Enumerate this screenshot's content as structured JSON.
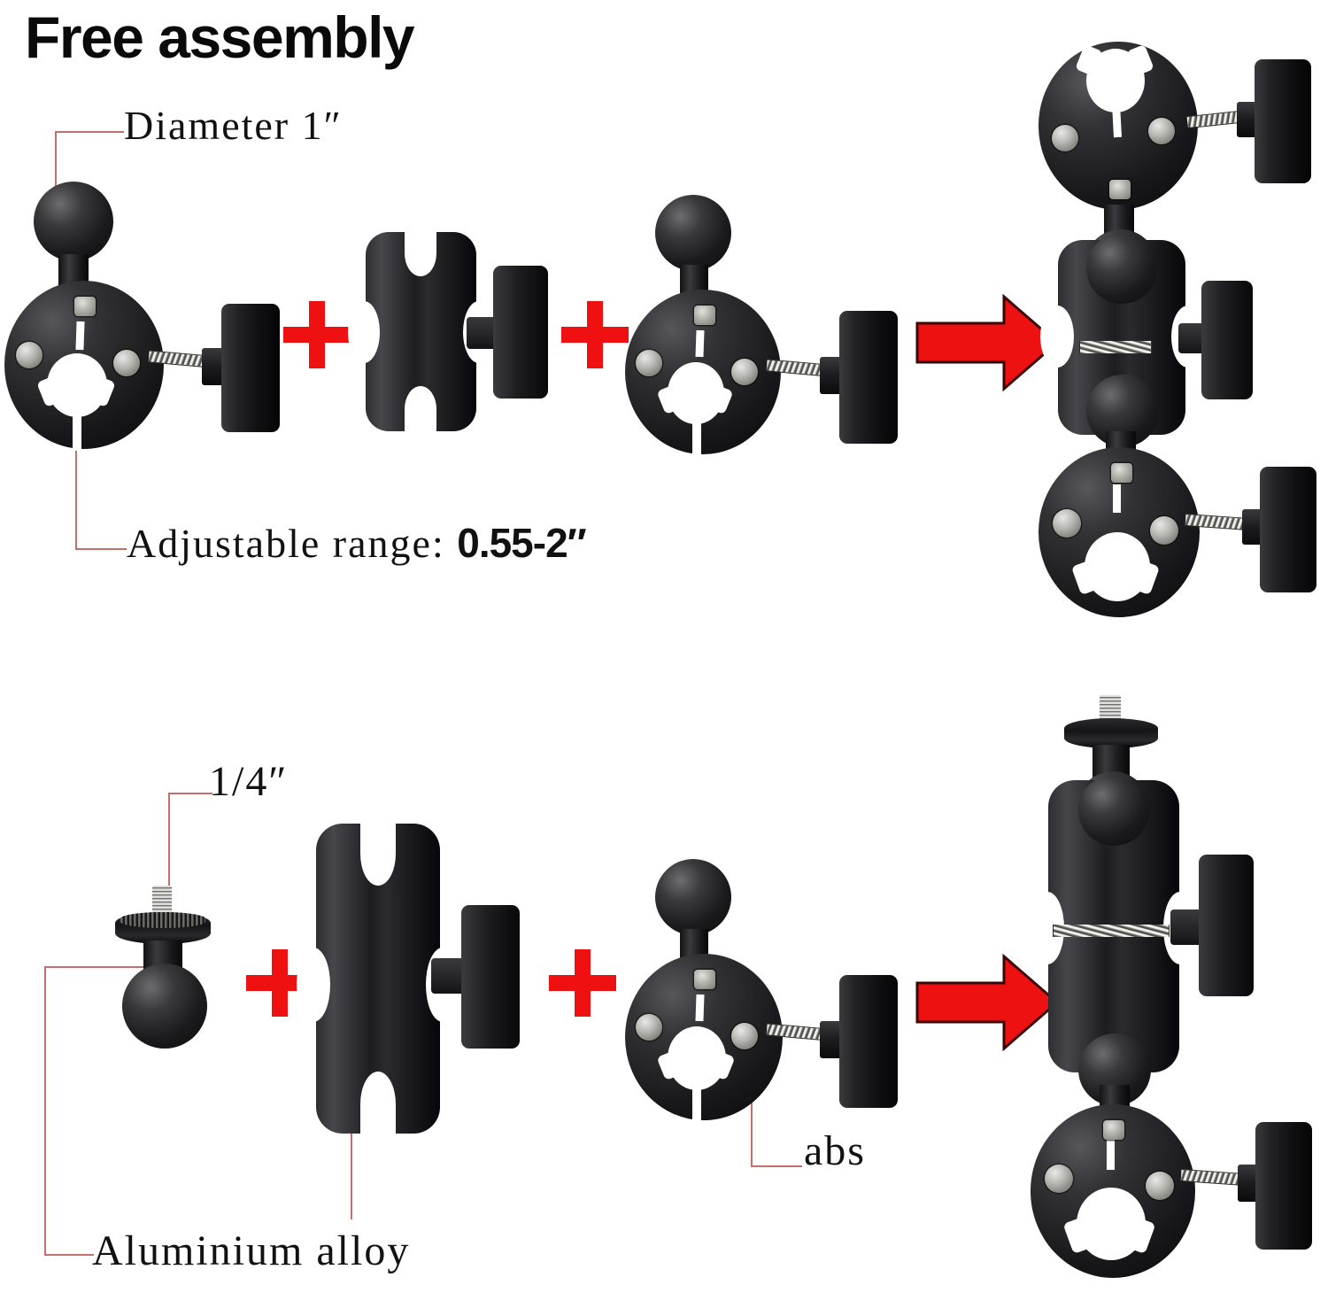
{
  "page": {
    "title": "Free assembly",
    "background_color": "#ffffff",
    "accent_red": "#ee0d0d",
    "leader_line_color": "#c4706a"
  },
  "rows": [
    {
      "id": "row-top",
      "equation": "clamp-ball + double-socket-arm + clamp-ball = assembled-double-clamp",
      "operators": [
        "+",
        "+",
        "→"
      ],
      "callouts": [
        {
          "id": "diameter",
          "text": "Diameter 1″",
          "target": "ball-head"
        },
        {
          "id": "adjustable-range",
          "text_plain": "Adjustable range: ",
          "text_bold": "0.55-2″",
          "target": "clamp-jaw-opening"
        }
      ]
    },
    {
      "id": "row-bottom",
      "equation": "quarter-inch-ball-adapter + double-socket-arm + clamp-ball = assembled-camera-mount",
      "operators": [
        "+",
        "+",
        "→"
      ],
      "callouts": [
        {
          "id": "thread-size",
          "text": "1/4″",
          "target": "stud-thread"
        },
        {
          "id": "material-abs",
          "text": "abs",
          "target": "clamp-body"
        },
        {
          "id": "material-aluminium",
          "text": "Aluminium alloy",
          "targets": [
            "ball-adapter",
            "double-socket-arm"
          ]
        }
      ]
    }
  ],
  "labels": {
    "diameter": "Diameter 1″",
    "adjustable_prefix": "Adjustable range: ",
    "adjustable_value": "0.55-2″",
    "thread": "1/4″",
    "abs": "abs",
    "aluminium": "Aluminium alloy"
  },
  "parts": {
    "clamp_ball": "clamp-with-ball-head",
    "socket_arm": "double-socket-arm",
    "stud_adapter": "quarter-inch-ball-adapter",
    "assembly_top": "double-clamp-assembly",
    "assembly_bottom": "camera-mount-assembly"
  }
}
